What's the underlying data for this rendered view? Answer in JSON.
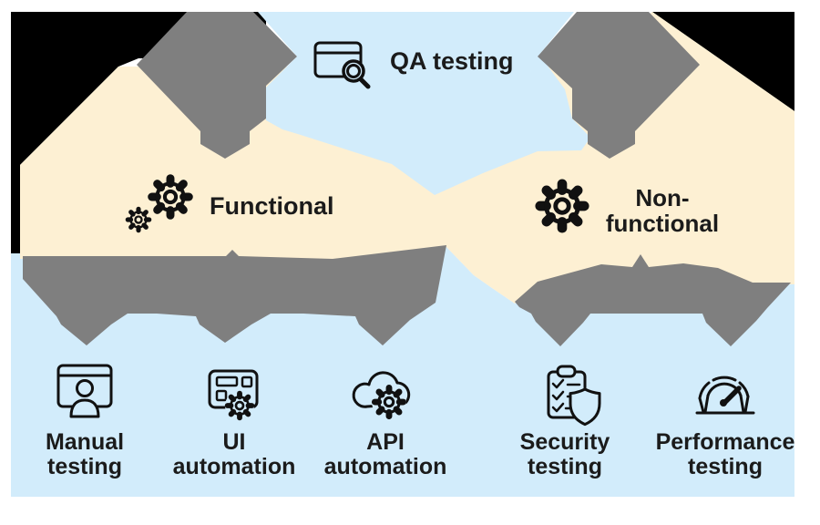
{
  "title": "QA testing types diagram",
  "colors": {
    "sky": "#d2ecfb",
    "cream": "#fdf0d3",
    "arrow_gray": "#7f7f7f",
    "backdrop": "#000000",
    "ink": "#1b1b1b"
  },
  "nodes": {
    "root": {
      "label": "QA testing",
      "icon": "browser-search-icon"
    },
    "level2": [
      {
        "id": "functional",
        "label": "Functional",
        "icon": "gears-icon"
      },
      {
        "id": "non-functional",
        "line1": "Non-",
        "line2": "functional",
        "icon": "gear-icon"
      }
    ],
    "level3": [
      {
        "id": "manual-testing",
        "line1": "Manual",
        "line2": "testing",
        "icon": "monitor-user-icon"
      },
      {
        "id": "ui-automation",
        "line1": "UI",
        "line2": "automation",
        "icon": "dashboard-gear-icon"
      },
      {
        "id": "api-automation",
        "line1": "API",
        "line2": "automation",
        "icon": "cloud-gear-icon"
      },
      {
        "id": "security-testing",
        "line1": "Security",
        "line2": "testing",
        "icon": "clipboard-shield-icon"
      },
      {
        "id": "performance-testing",
        "line1": "Performance",
        "line2": "testing",
        "icon": "speedometer-icon"
      }
    ]
  }
}
